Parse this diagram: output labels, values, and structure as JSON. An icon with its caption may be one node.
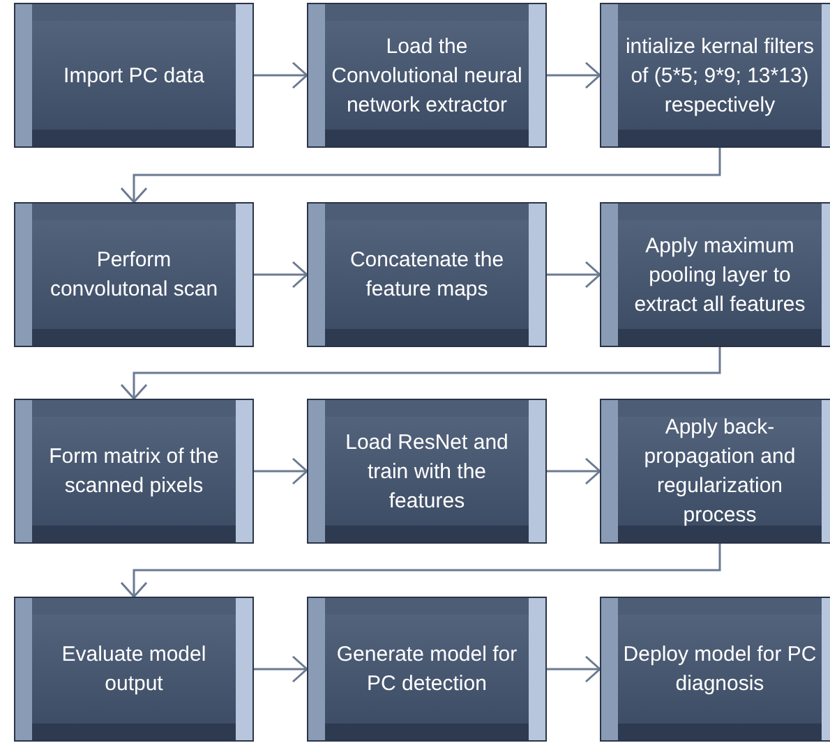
{
  "diagram": {
    "nodes": [
      {
        "text": [
          "Import PC data"
        ]
      },
      {
        "text": [
          "Load the Convolutional neural network extractor"
        ]
      },
      {
        "text": [
          "intialize kernal filters  of (5*5; 9*9; 13*13) respectively"
        ]
      },
      {
        "text": [
          "Perform convolutonal scan"
        ]
      },
      {
        "text": [
          "Concatenate the feature maps"
        ]
      },
      {
        "text": [
          "Apply maximum pooling layer to extract all features"
        ]
      },
      {
        "text": [
          "Form matrix of the scanned pixels"
        ]
      },
      {
        "text": [
          "Load ResNet and train with the features"
        ]
      },
      {
        "text": [
          "Apply back-propagation and regularization process"
        ]
      },
      {
        "text": [
          "Evaluate model output"
        ]
      },
      {
        "text": [
          "Generate model for PC detection"
        ]
      },
      {
        "text": [
          "Deploy model for PC diagnosis"
        ]
      }
    ],
    "edges": [
      {
        "from": 0,
        "to": 1,
        "arrow": "to"
      },
      {
        "from": 1,
        "to": 2,
        "arrow": "to"
      },
      {
        "from": 2,
        "to": 3,
        "arrow": "to"
      },
      {
        "from": 3,
        "to": 4,
        "arrow": "to"
      },
      {
        "from": 4,
        "to": 5,
        "arrow": "to"
      },
      {
        "from": 5,
        "to": 6,
        "arrow": "to"
      },
      {
        "from": 6,
        "to": 7,
        "arrow": "to"
      },
      {
        "from": 7,
        "to": 8,
        "arrow": "to"
      },
      {
        "from": 8,
        "to": 9,
        "arrow": "to"
      },
      {
        "from": 9,
        "to": 10,
        "arrow": "to"
      },
      {
        "from": 10,
        "to": 11,
        "arrow": "to"
      }
    ]
  }
}
